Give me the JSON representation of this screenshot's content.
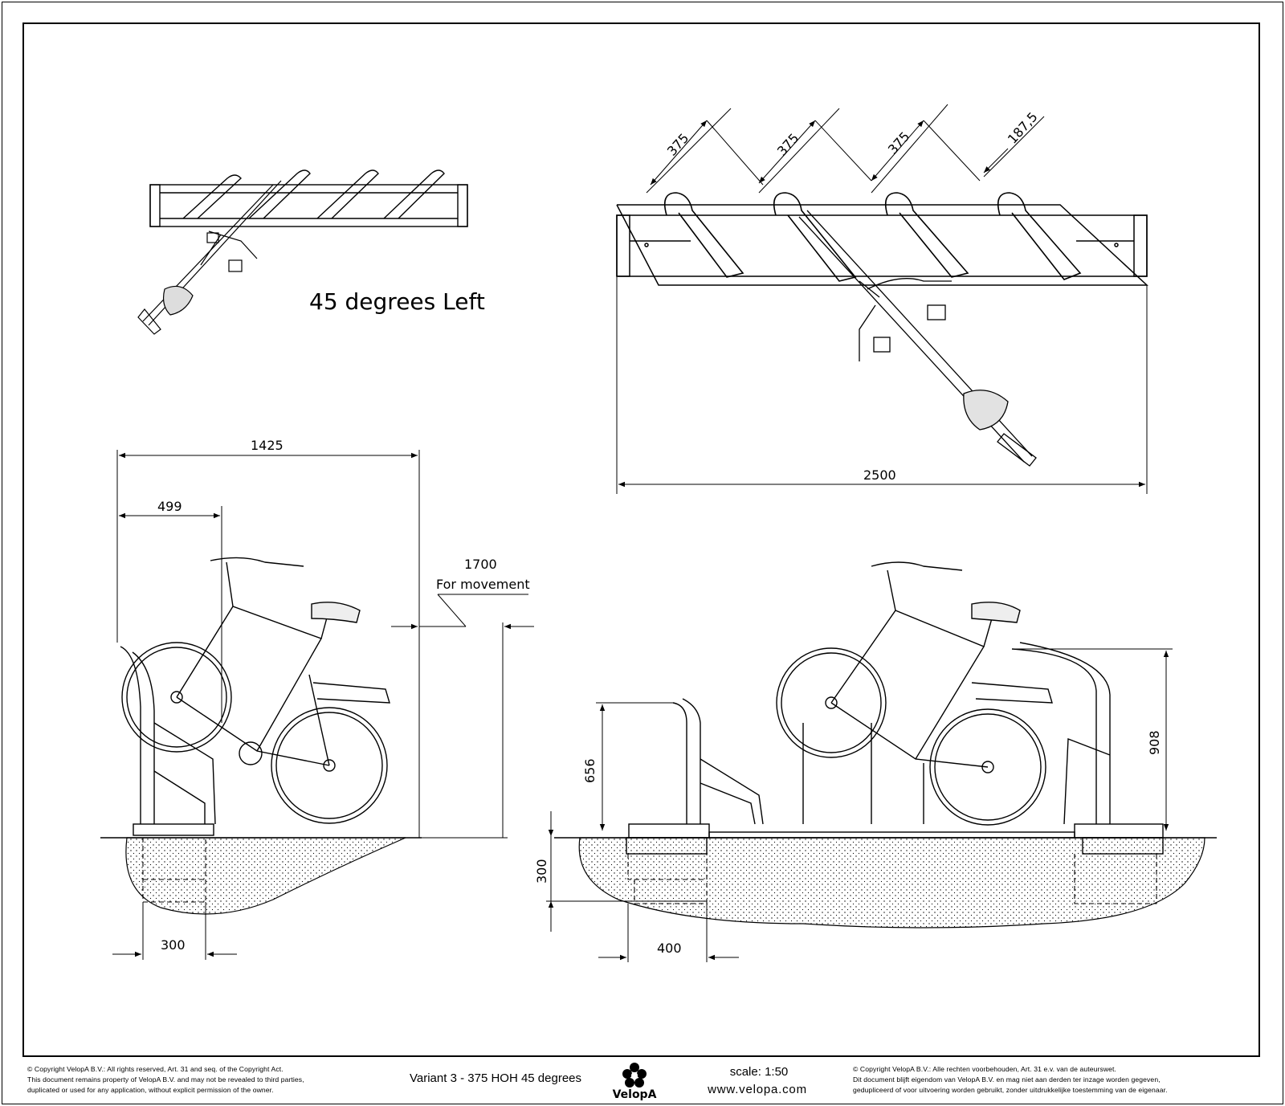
{
  "drawing": {
    "view_label_left": "45 degrees Left",
    "dimensions": {
      "top_spacing_1": "375",
      "top_spacing_2": "375",
      "top_spacing_3": "375",
      "top_spacing_end": "187,5",
      "overall_length": "2500",
      "side_depth": "1425",
      "side_rack_depth": "499",
      "movement_value": "1700",
      "movement_label": "For movement",
      "foundation_width_side": "300",
      "front_rack_height": "656",
      "foundation_depth": "300",
      "foundation_width_front": "400",
      "high_rack_height": "908"
    }
  },
  "footer": {
    "copyright_en_1": "©  Copyright VelopA B.V.: All rights reserved, Art. 31 and seq. of the Copyright Act.",
    "copyright_en_2": "This document remains property of VelopA B.V. and may not be revealed to third parties,",
    "copyright_en_3": "duplicated or used for any application, without explicit permission of the owner.",
    "variant": "Variant 3 - 375 HOH 45 degrees",
    "logo_text": "VelopA",
    "scale": "scale: 1:50",
    "website": "www.velopa.com",
    "copyright_nl_1": "©  Copyright VelopA B.V.: Alle rechten voorbehouden, Art. 31 e.v. van de auteurswet.",
    "copyright_nl_2": "Dit document blijft eigendom van VelopA B.V. en mag niet aan derden ter inzage worden gegeven,",
    "copyright_nl_3": "gedupliceerd of voor uitvoering worden gebruikt, zonder uitdrukkelijke toestemming van de eigenaar."
  }
}
